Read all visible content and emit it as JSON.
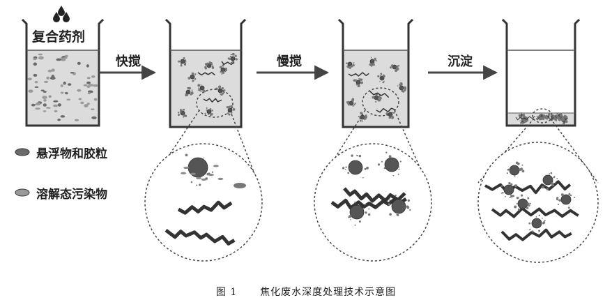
{
  "beaker1": {
    "label": "复合药剂"
  },
  "steps": [
    {
      "label": "快搅"
    },
    {
      "label": "慢搅"
    },
    {
      "label": "沉淀"
    }
  ],
  "legend": [
    {
      "label": "悬浮物和胶粒",
      "color": "#6b6b6b"
    },
    {
      "label": "溶解态污染物",
      "color": "#9a9a9a"
    }
  ],
  "caption": {
    "prefix": "图 1",
    "text": "焦化废水深度处理技术示意图"
  },
  "colors": {
    "water": "#dcdcdc",
    "floc": "#444444",
    "stroke": "#333333"
  }
}
